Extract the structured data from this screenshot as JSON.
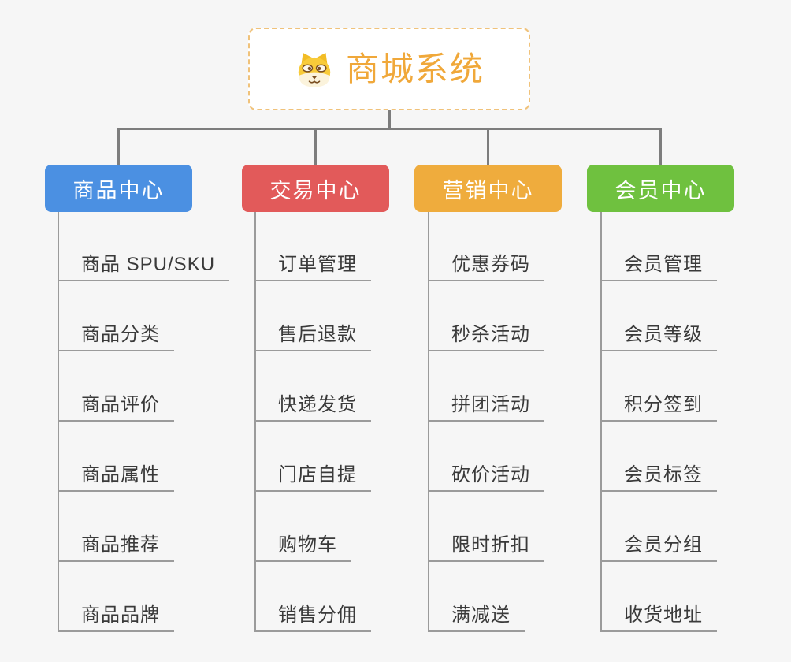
{
  "diagram": {
    "root": {
      "title": "商城系统",
      "icon": "dog-face-icon"
    },
    "branches": [
      {
        "label": "商品中心",
        "color": "#4B90E2",
        "items": [
          "商品 SPU/SKU",
          "商品分类",
          "商品评价",
          "商品属性",
          "商品推荐",
          "商品品牌"
        ]
      },
      {
        "label": "交易中心",
        "color": "#E25A5A",
        "items": [
          "订单管理",
          "售后退款",
          "快递发货",
          "门店自提",
          "购物车",
          "销售分佣"
        ]
      },
      {
        "label": "营销中心",
        "color": "#EFAC3D",
        "items": [
          "优惠券码",
          "秒杀活动",
          "拼团活动",
          "砍价活动",
          "限时折扣",
          "满减送"
        ]
      },
      {
        "label": "会员中心",
        "color": "#6FC13F",
        "items": [
          "会员管理",
          "会员等级",
          "积分签到",
          "会员标签",
          "会员分组",
          "收货地址"
        ]
      }
    ],
    "colors": {
      "background": "#F6F6F6",
      "connector": "#7d7d7d",
      "item_line": "#9b9b9b",
      "item_text": "#3a3a3a",
      "root_text": "#F0A83A",
      "root_border": "#F0C27A"
    }
  }
}
